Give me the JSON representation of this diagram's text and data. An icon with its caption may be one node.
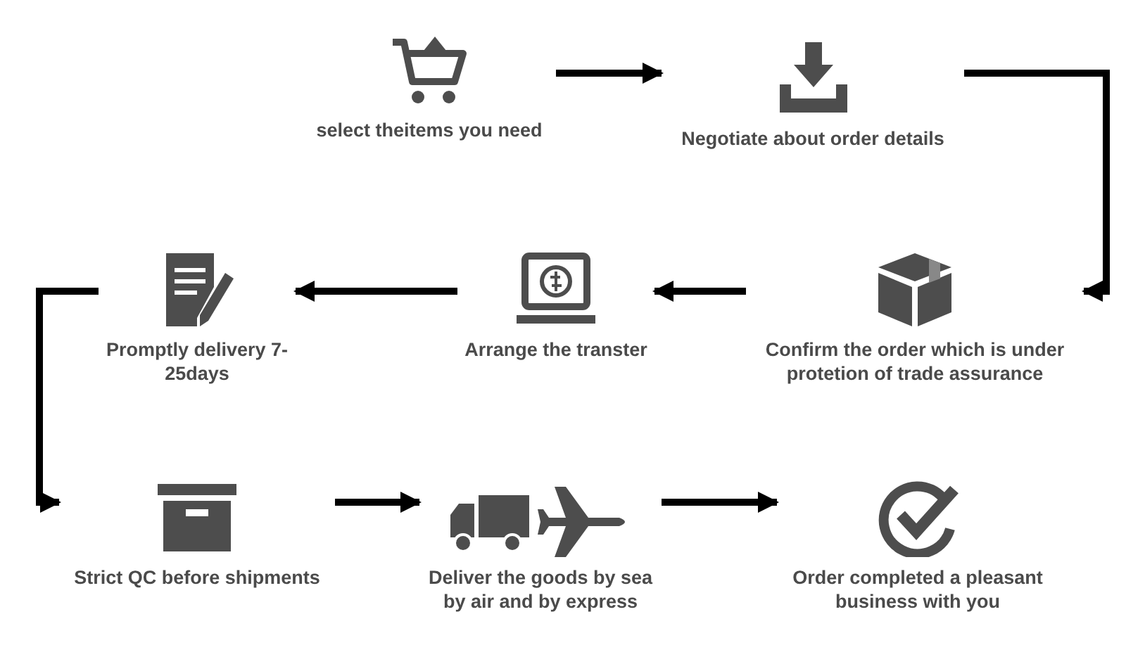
{
  "diagram": {
    "nodes": [
      {
        "text": [
          "select theitems you need"
        ]
      },
      {
        "text": [
          "Negotiate about order details"
        ]
      },
      {
        "text": [
          "Confirm the order which is under protetion of trade assurance"
        ]
      },
      {
        "text": [
          "Arrange the transter"
        ]
      },
      {
        "text": [
          "Promptly delivery 7-25days"
        ]
      },
      {
        "text": [
          "Strict QC before shipments"
        ]
      },
      {
        "text": [
          "Deliver the goods by sea by air and by express"
        ]
      },
      {
        "text": [
          "Order completed a pleasant business with you"
        ]
      }
    ],
    "edges": [
      {
        "from": 0,
        "to": 1,
        "arrow": "to"
      },
      {
        "from": 1,
        "to": 2,
        "arrow": "to"
      },
      {
        "from": 2,
        "to": 3,
        "arrow": "to"
      },
      {
        "from": 3,
        "to": 4,
        "arrow": "to"
      },
      {
        "from": 4,
        "to": 5,
        "arrow": "to"
      },
      {
        "from": 5,
        "to": 6,
        "arrow": "to"
      },
      {
        "from": 6,
        "to": 7,
        "arrow": "to"
      }
    ]
  }
}
